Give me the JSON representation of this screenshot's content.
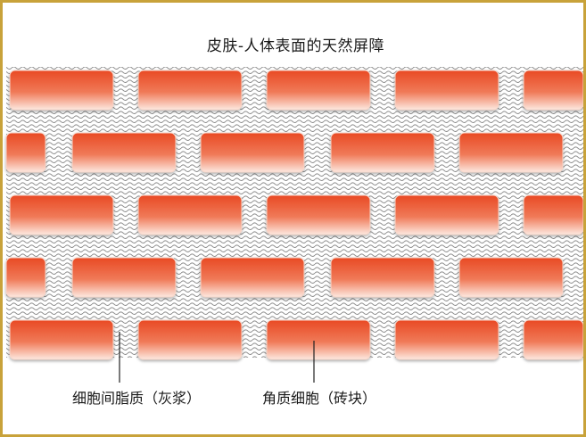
{
  "title": "皮肤-人体表面的天然屏障",
  "labels": {
    "mortar": "细胞间脂质（灰浆）",
    "brick": "角质细胞（砖块）"
  },
  "colors": {
    "border": "#c8a23a",
    "brick_top": "#e94a24",
    "brick_mid": "#f28b6c",
    "brick_bottom": "#fde8df",
    "mortar_stripe": "#888888"
  },
  "icons": {
    "brick": "brick-shape",
    "mortar": "wavy-lipid-lines"
  }
}
